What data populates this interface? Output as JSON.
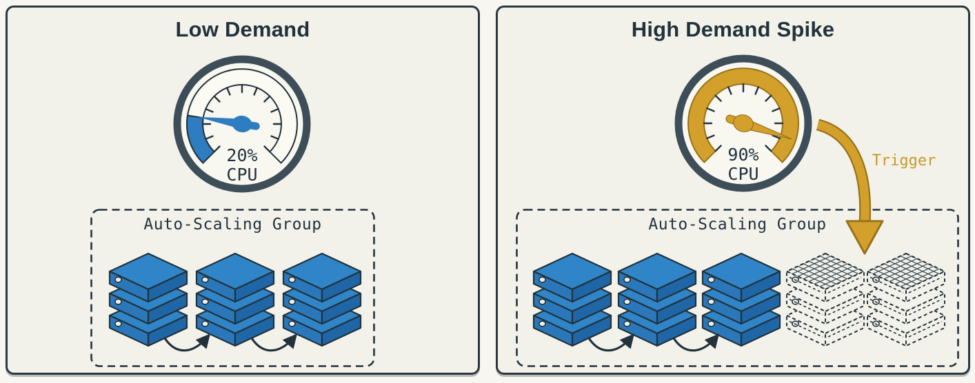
{
  "colors": {
    "page_bg": "#f7f6f0",
    "panel_bg": "#f3f2ea",
    "panel_border": "#2c383f",
    "ink": "#22323c",
    "ring": "#3e4e59",
    "gauge_face": "#f8f7f0",
    "track": "#fbfaf3",
    "accent_blue": "#2e7dc1",
    "server_top": "#2f85c7",
    "server_left": "#2a78ba",
    "server_right": "#1f66a6",
    "accent_gold": "#d4a02c",
    "gold_edge": "#97721a",
    "trigger_text": "#c8992c"
  },
  "panels": [
    {
      "title": "Low Demand",
      "gauge": {
        "percent": 20,
        "value": "20%",
        "unit": "CPU"
      },
      "group": {
        "label": "Auto-Scaling Group",
        "active_servers": 3,
        "pending_servers": 0
      }
    },
    {
      "title": "High Demand Spike",
      "gauge": {
        "percent": 90,
        "value": "90%",
        "unit": "CPU"
      },
      "trigger_label": "Trigger",
      "group": {
        "label": "Auto-Scaling Group",
        "active_servers": 3,
        "pending_servers": 2
      }
    }
  ]
}
